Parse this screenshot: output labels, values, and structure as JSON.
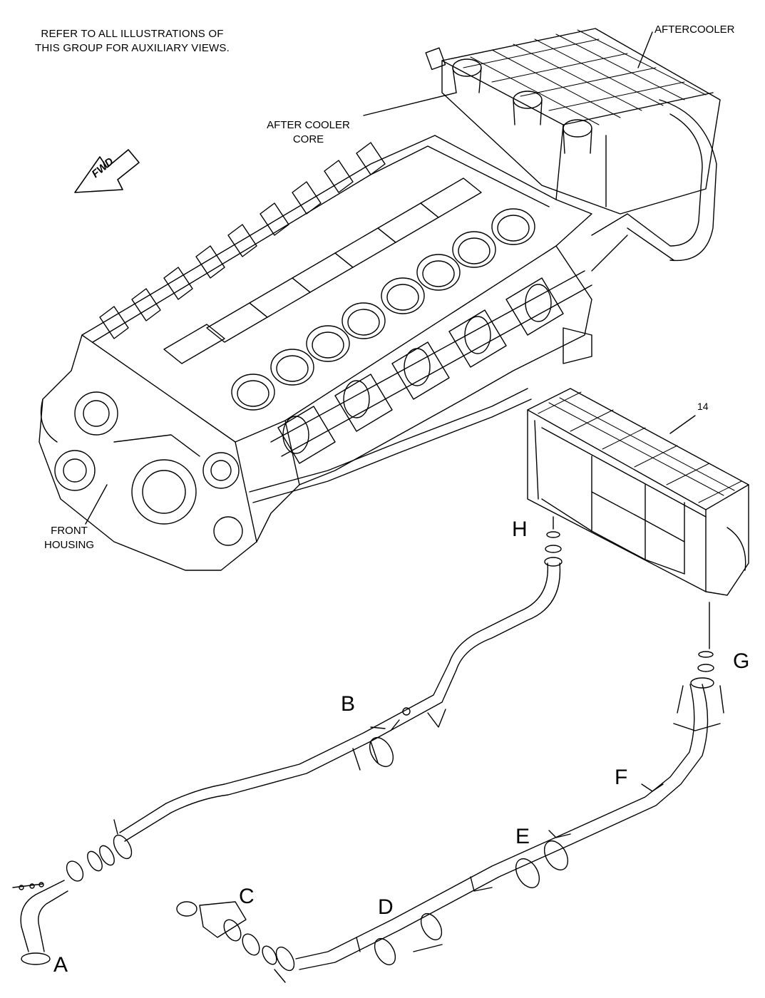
{
  "notes": {
    "line1": "REFER TO ALL ILLUSTRATIONS OF",
    "line2": "THIS GROUP FOR AUXILIARY VIEWS."
  },
  "callouts": {
    "aftercooler": "AFTERCOOLER",
    "core_line1": "AFTER COOLER",
    "core_line2": "CORE",
    "front_line1": "FRONT",
    "front_line2": "HOUSING",
    "fwd": "FWD",
    "part_number": "14"
  },
  "view_letters": {
    "a": "A",
    "b": "B",
    "c": "C",
    "d": "D",
    "e": "E",
    "f": "F",
    "g": "G",
    "h": "H"
  },
  "colors": {
    "line": "#000000",
    "background": "#ffffff"
  }
}
